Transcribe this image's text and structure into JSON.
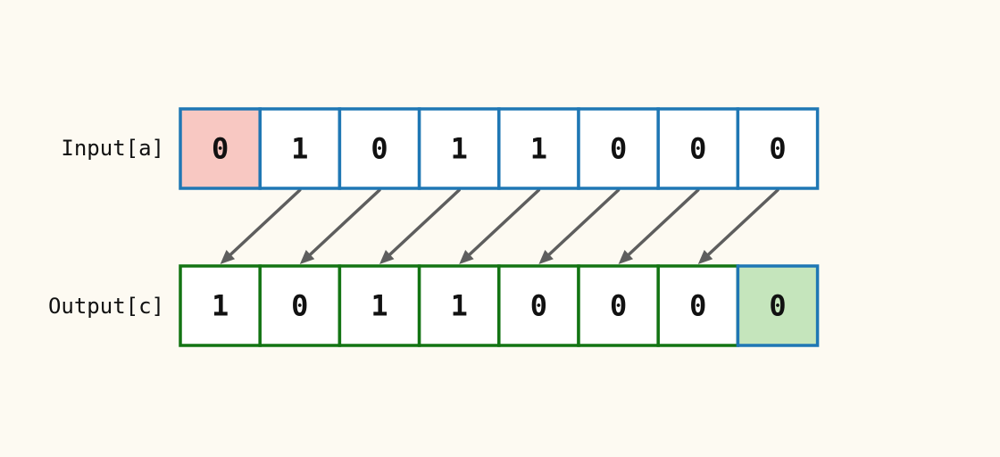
{
  "input": {
    "label": "Input[a]",
    "bits": [
      "0",
      "1",
      "0",
      "1",
      "1",
      "0",
      "0",
      "0"
    ],
    "highlight_index": 0
  },
  "output": {
    "label": "Output[c]",
    "bits": [
      "1",
      "0",
      "1",
      "1",
      "0",
      "0",
      "0",
      "0"
    ],
    "highlight_index": 7
  },
  "arrows": [
    {
      "from": 1,
      "to": 0
    },
    {
      "from": 2,
      "to": 1
    },
    {
      "from": 3,
      "to": 2
    },
    {
      "from": 4,
      "to": 3
    },
    {
      "from": 5,
      "to": 4
    },
    {
      "from": 6,
      "to": 5
    },
    {
      "from": 7,
      "to": 6
    }
  ],
  "colors": {
    "background": "#fdfaf2",
    "input_border": "#1f77b4",
    "output_border": "#137413",
    "input_highlight_fill": "#f8c8c2",
    "output_highlight_fill": "#c5e5bc",
    "output_highlight_border": "#1f77b4",
    "cell_fill": "#ffffff",
    "arrow": "#5e5e5e"
  }
}
